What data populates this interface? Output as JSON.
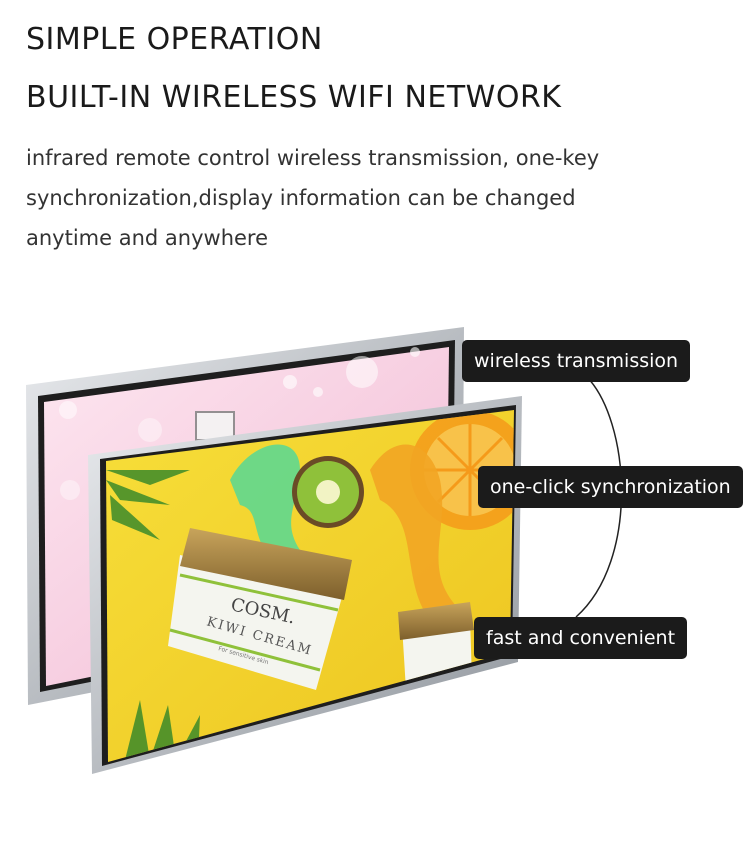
{
  "heading": {
    "line1": "SIMPLE OPERATION",
    "line2": "BUILT-IN WIRELESS WIFI NETWORK"
  },
  "description": {
    "line1": "infrared remote control wireless transmission, one-key",
    "line2": "synchronization,display information can be changed",
    "line3": "anytime and anywhere"
  },
  "labels": {
    "wireless": "wireless transmission",
    "sync": "one-click synchronization",
    "fast": "fast and convenient"
  },
  "screen_content": {
    "brand": "COSM.",
    "product": "KIWI CREAM",
    "small_text": "For sensitive skin"
  },
  "colors": {
    "pill_bg": "#1b1b1b",
    "back_screen": "#f4c6dc",
    "front_screen": "#f3d52b",
    "frame": "#c9ccd0"
  }
}
